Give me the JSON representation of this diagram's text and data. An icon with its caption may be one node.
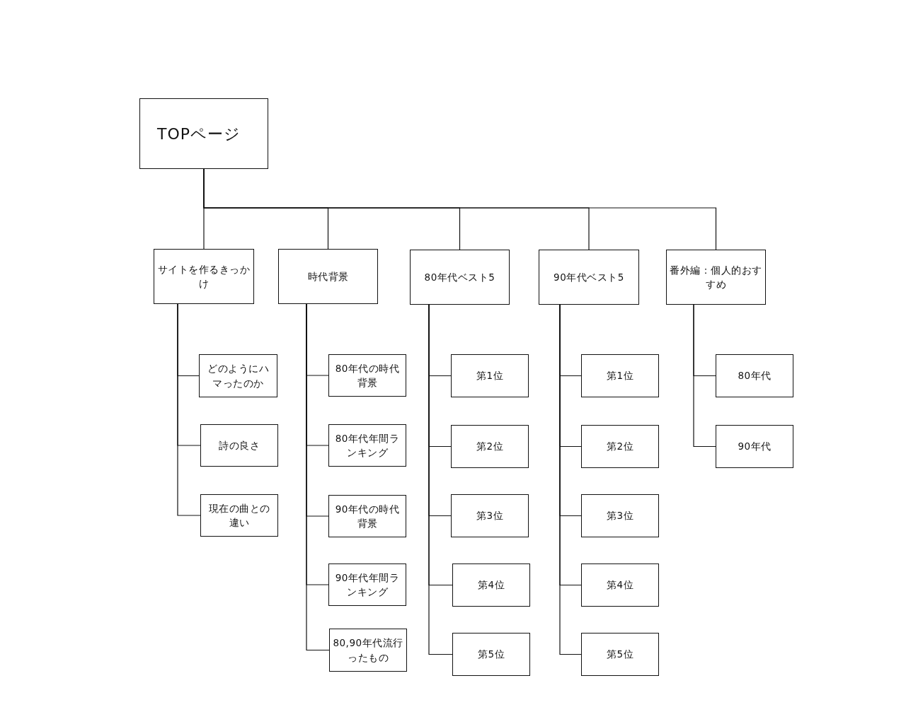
{
  "diagram": {
    "nodes": [
      {
        "text": [
          "TOPページ"
        ]
      },
      {
        "text": [
          "サイトを作るきっかけ"
        ]
      },
      {
        "text": [
          "時代背景"
        ]
      },
      {
        "text": [
          "80年代ベスト5"
        ]
      },
      {
        "text": [
          "90年代ベスト5"
        ]
      },
      {
        "text": [
          "番外編：個人的おすすめ"
        ]
      },
      {
        "text": [
          "どのようにハマったのか"
        ]
      },
      {
        "text": [
          "詩の良さ"
        ]
      },
      {
        "text": [
          "現在の曲との違い"
        ]
      },
      {
        "text": [
          "80年代の時代背景"
        ]
      },
      {
        "text": [
          "80年代年間ランキング"
        ]
      },
      {
        "text": [
          "90年代の時代背景"
        ]
      },
      {
        "text": [
          "90年代年間ランキング"
        ]
      },
      {
        "text": [
          "80,90年代流行ったもの"
        ]
      },
      {
        "text": [
          "第1位"
        ]
      },
      {
        "text": [
          "第2位"
        ]
      },
      {
        "text": [
          "第3位"
        ]
      },
      {
        "text": [
          "第4位"
        ]
      },
      {
        "text": [
          "第5位"
        ]
      },
      {
        "text": [
          "第1位"
        ]
      },
      {
        "text": [
          "第2位"
        ]
      },
      {
        "text": [
          "第3位"
        ]
      },
      {
        "text": [
          "第4位"
        ]
      },
      {
        "text": [
          "第5位"
        ]
      },
      {
        "text": [
          "80年代"
        ]
      },
      {
        "text": [
          "90年代"
        ]
      }
    ],
    "edges": [
      {
        "from": 0,
        "to": 1,
        "arrow": "none"
      },
      {
        "from": 0,
        "to": 2,
        "arrow": "none"
      },
      {
        "from": 0,
        "to": 3,
        "arrow": "none"
      },
      {
        "from": 0,
        "to": 4,
        "arrow": "none"
      },
      {
        "from": 0,
        "to": 5,
        "arrow": "none"
      },
      {
        "from": 1,
        "to": 6,
        "arrow": "none"
      },
      {
        "from": 1,
        "to": 7,
        "arrow": "none"
      },
      {
        "from": 1,
        "to": 8,
        "arrow": "none"
      },
      {
        "from": 2,
        "to": 9,
        "arrow": "none"
      },
      {
        "from": 2,
        "to": 10,
        "arrow": "none"
      },
      {
        "from": 2,
        "to": 11,
        "arrow": "none"
      },
      {
        "from": 2,
        "to": 12,
        "arrow": "none"
      },
      {
        "from": 2,
        "to": 13,
        "arrow": "none"
      },
      {
        "from": 3,
        "to": 14,
        "arrow": "none"
      },
      {
        "from": 3,
        "to": 15,
        "arrow": "none"
      },
      {
        "from": 3,
        "to": 16,
        "arrow": "none"
      },
      {
        "from": 3,
        "to": 17,
        "arrow": "none"
      },
      {
        "from": 3,
        "to": 18,
        "arrow": "none"
      },
      {
        "from": 4,
        "to": 19,
        "arrow": "none"
      },
      {
        "from": 4,
        "to": 20,
        "arrow": "none"
      },
      {
        "from": 4,
        "to": 21,
        "arrow": "none"
      },
      {
        "from": 4,
        "to": 22,
        "arrow": "none"
      },
      {
        "from": 4,
        "to": 23,
        "arrow": "none"
      },
      {
        "from": 5,
        "to": 24,
        "arrow": "none"
      },
      {
        "from": 5,
        "to": 25,
        "arrow": "none"
      }
    ]
  }
}
